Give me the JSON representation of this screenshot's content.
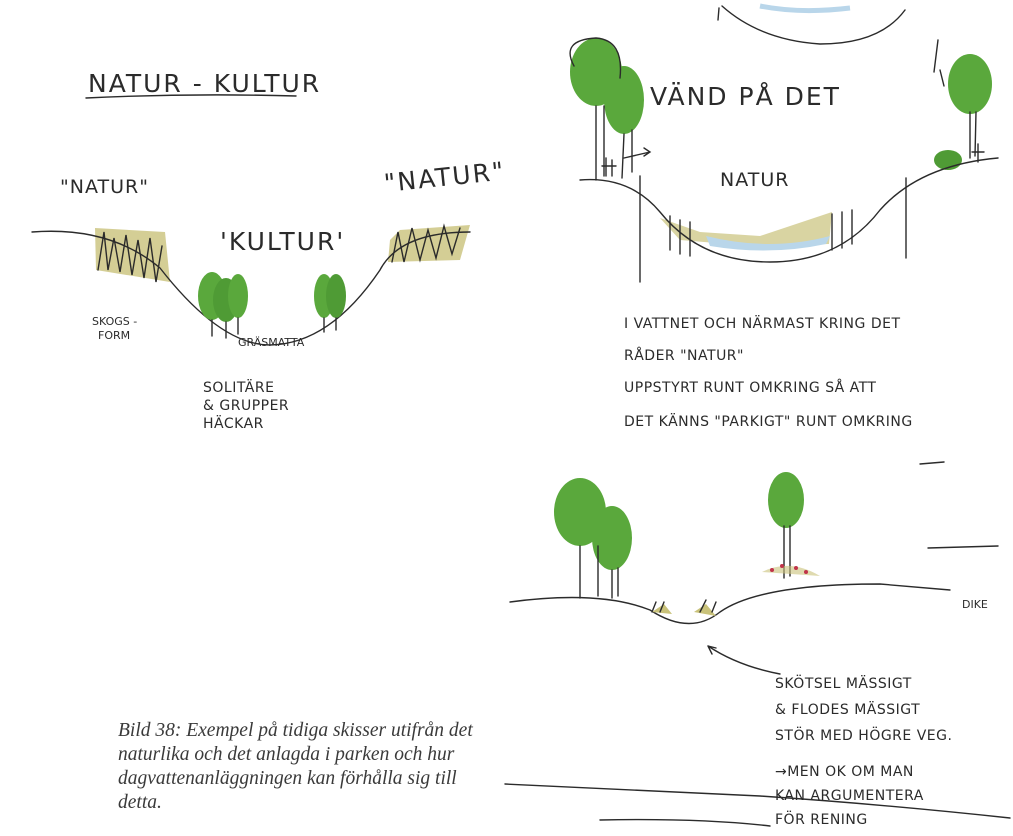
{
  "sketch1": {
    "title": "NATUR - KULTUR",
    "label_natur_left": "\"NATUR\"",
    "label_natur_right": "\"NATUR\"",
    "label_kultur": "'KULTUR'",
    "label_skogsform": [
      "SKOGS -",
      "FORM"
    ],
    "label_grasmatta": "GRÄSMATTA",
    "label_notes": [
      "SOLITÄRE",
      "& GRUPPER",
      "HÄCKAR"
    ]
  },
  "sketch2": {
    "title": "VÄND PÅ DET",
    "label_natur": "NATUR",
    "notes": [
      "I VATTNET OCH NÄRMAST KRING DET",
      "RÅDER \"NATUR\"",
      "UPPSTYRT RUNT OMKRING  SÅ ATT",
      "DET KÄNNS \"PARKIGT\" RUNT OMKRING"
    ]
  },
  "sketch3": {
    "label_dike": "DIKE",
    "notes": [
      "SKÖTSEL MÄSSIGT",
      "& FLODES MÄSSIGT",
      "STÖR MED HÖGRE VEG.",
      "→MEN OK OM MAN",
      "KAN ARGUMENTERA",
      "FÖR RENING"
    ]
  },
  "caption": "Bild 38: Exempel på tidiga skisser utifrån det naturlika och det anlagda i parken och hur dagvattenanläggningen kan förhålla sig till detta.",
  "colors": {
    "tree_green": "#5aa83c",
    "grass_olive": "#c9c27a",
    "water_blue": "#b9d6ea",
    "ink": "#2b2b2b"
  }
}
